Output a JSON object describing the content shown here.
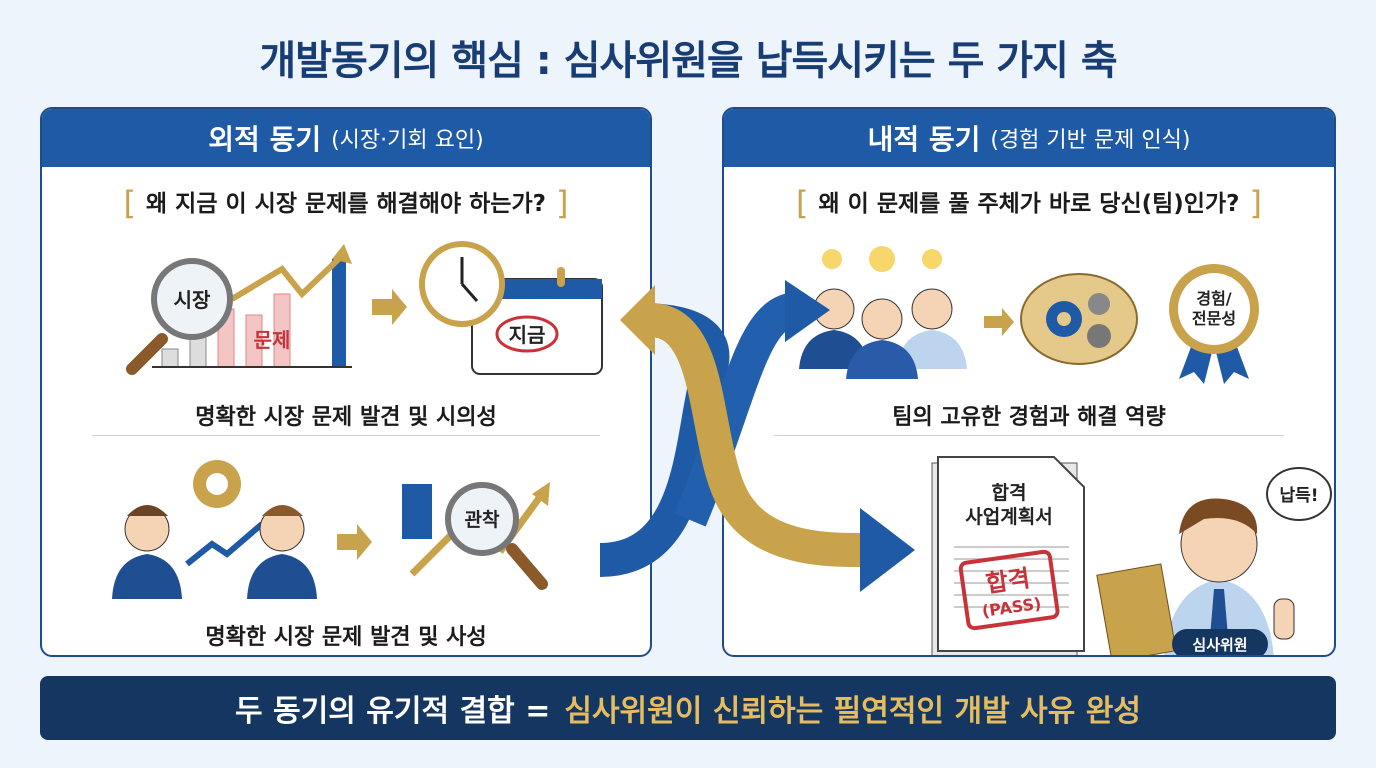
{
  "title": "개발동기의 핵심 : 심사위원을 납득시키는 두 가지 축",
  "left_panel": {
    "heading": "외적 동기",
    "subheading": "(시장·기회 요인)",
    "question": "왜 지금 이 시장 문제를 해결해야 하는가?",
    "row1": {
      "magnifier_label": "시장",
      "chart_label": "문제",
      "calendar_label": "지금",
      "caption": "명확한 시장 문제 발견 및 시의성"
    },
    "row2": {
      "magnifier_label": "관착",
      "caption": "명확한 시장 문제 발견 및 사성"
    }
  },
  "right_panel": {
    "heading": "내적 동기",
    "subheading": "(경험 기반 문제 인식)",
    "question": "왜 이 문제를 풀 주체가 바로 당신(팀)인가?",
    "badge_label": "경험/\n전문성",
    "badge_line1": "경험/",
    "badge_line2": "전문성",
    "caption": "팀의 고유한 경험과 해결 역량",
    "document": {
      "title_line1": "합격",
      "title_line2": "사업계획서",
      "stamp_line1": "합격",
      "stamp_line2": "(PASS)"
    },
    "speech": "납득!",
    "judge_tag": "심사위원"
  },
  "banner": {
    "left": "두 동기의 유기적 결합 =",
    "right": "심사위원이 신뢰하는 필연적인 개발 사유 완성"
  },
  "colors": {
    "navy": "#153660",
    "blue": "#1f5aa6",
    "gold": "#c9a24c",
    "red": "#c8333a"
  }
}
